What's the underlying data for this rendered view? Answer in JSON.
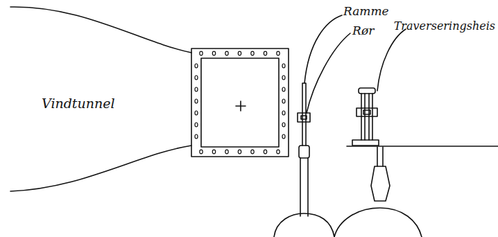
{
  "diagram": {
    "labels": [
      "Vindtunnel",
      "Ramme",
      "Rør",
      "Traverseringsheis"
    ]
  }
}
